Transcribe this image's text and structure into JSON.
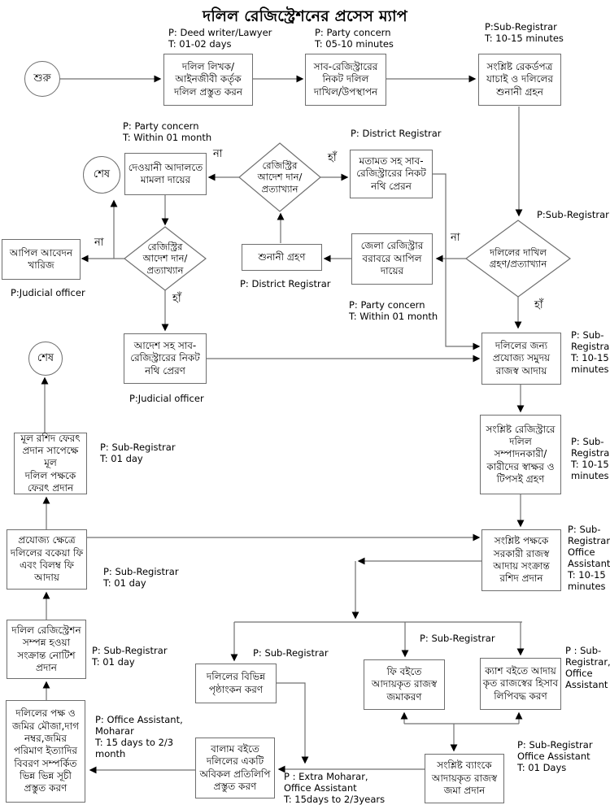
{
  "title": "দলিল রেজিস্ট্রেশনের প্রসেস ম্যাপ",
  "terminators": {
    "start": "শুরু",
    "end": "শেষ"
  },
  "yes_label": "হাঁ",
  "no_label": "না",
  "nodes": {
    "prepare_deed": "দলিল লিখক/\nআইনজীবী কর্তৃক\nদলিল প্রস্তুত করন",
    "submit_deed": "সাব-রেজিস্ট্রারের\nনিকট দলিল\nদাখিল/উপস্থাপন",
    "verify_records": "সংশ্লিষ্ট রেকর্ডপত্র\nযাচাই ও দলিলের\nশুনানী গ্রহন",
    "civil_court": "দেওয়ানী আদালতে\nমামলা দায়ের",
    "order_decision": "রেজিস্ট্রির\nআদেশ দান/\nপ্রত্যাখ্যান",
    "opinion_forward": "মতামত সহ সাব-\nরেজিস্ট্রারের নিকট\nনথি প্রেরন",
    "deed_accept": "দলিলের দাখিল\nগ্রহণ/প্রত্যাখ্যান",
    "appeal_district": "জেলা রেজিস্ট্রার\nবরাবরে আপিল\nদায়ের",
    "hearing": "শুনানী গ্রহণ",
    "appeal_dismissed": "আপিল আবেদন\nখারিজ",
    "order_forward": "আদেশ সহ সাব-\nরেজিস্ট্রারের নিকট\nনথি প্রেরণ",
    "collect_revenue": "দলিলের জন্য\nপ্রযোজ্য সমুদয়\nরাজস্ব আদায়",
    "signatures": "সংশ্লিষ্ট রেজিস্ট্রারে\nদলিল\nসম্পাদনকারী/\nকারীদের স্বাক্ষর ও\nটিপসই গ্রহণ",
    "receipt": "সংশ্লিষ্ট পক্ষকে\nসরকারী রাজস্ব\nআদায় সংক্রান্ত\nরশিদ প্রদান",
    "return_original": "মূল রশিদ ফেরৎ\nপ্রদান সাপেক্ষে মূল\nদলিল পক্ষকে\nফেরৎ প্রদান",
    "due_fees": "প্রযোজ্য ক্ষেত্রে\nদলিলের বকেয়া ফি\nএবং বিলম্ব ফি\nআদায়",
    "notice": "দলিল রেজিস্ট্রেশন\nসম্পন্ন হওয়া\nসংক্রান্ত নোটিশ\nপ্রদান",
    "indexes": "দলিলের পক্ষ ও\nজমির মৌজা,দাগ\nনম্বর,জমির\nপরিমাণ ইত্যাদির\nবিবরণ সম্পর্কিত\nভিন্ন ভিন্ন সূচী\nপ্রস্তুত করণ",
    "endorsement": "দলিলের বিভিন্ন\nপৃষ্ঠাংকন করণ",
    "fee_book": "ফি বইতে\nআদায়কৃত রাজস্ব\nজমাকরণ",
    "cash_book": "ক্যাশ বইতে আদায়\nকৃত রাজস্বের হিসাব\nলিপিবদ্ধ করণ",
    "balam": "বালাম বইতে\nদলিলের একটি\nঅবিকল প্রতিলিপি\nপ্রস্তুত করণ",
    "bank": "সংশ্লিষ্ট ব্যাংকে\nআদায়কৃত রাজস্ব\nজমা প্রদান"
  },
  "annotations": {
    "prepare_deed": "P: Deed writer/Lawyer\nT: 01-02 days",
    "submit_deed": "P: Party concern\nT: 05-10 minutes",
    "verify_records": "P:Sub-Registrar\nT: 10-15 minutes",
    "civil_court": "P: Party concern\nT: Within 01 month",
    "opinion_forward": "P: District Registrar",
    "deed_accept": "P:Sub-Registrar",
    "hearing": "P: District Registrar",
    "appeal_district": "P: Party concern\nT: Within 01 month",
    "appeal_dismissed": "P:Judicial officer",
    "order_forward": "P:Judicial officer",
    "collect_revenue": "P: Sub-\nRegistrar\nT: 10-15\nminutes",
    "signatures": "P: Sub-\nRegistrar\nT: 10-15\nminutes",
    "receipt": "P: Sub-\nRegistrar,\nOffice\nAssistant\nT: 10-15\nminutes",
    "return_original": "P: Sub-Registrar\nT: 01 day",
    "due_fees": "P: Sub-Registrar\nT: 01 day",
    "notice": "P: Sub-Registrar\nT: 01 day",
    "indexes": "P: Office Assistant,\nMoharar\nT: 15 days to 2/3\nmonth",
    "endorsement": "P: Sub-Registrar",
    "fee_book": "P: Sub-Registrar",
    "cash_book": "P : Sub-\nRegistrar,\nOffice\nAssistant",
    "balam": "P : Extra Moharar,\nOffice Assistant\nT: 15days to 2/3years",
    "bank": "P: Sub-Registrar\nOffice Assistant\nT: 01 Days"
  }
}
